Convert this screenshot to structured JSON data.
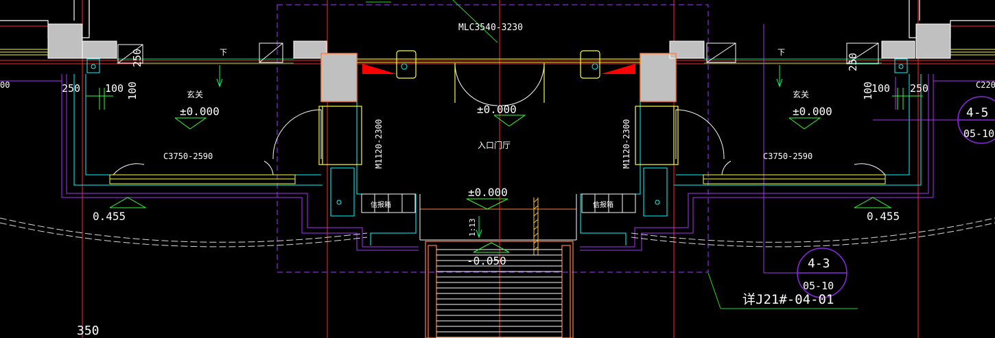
{
  "colors": {
    "background": "#000000",
    "wall_fill": "#c0c0c0",
    "axis_red": "#ff2a2a",
    "dash_purple": "#8a2be2",
    "wall_line": "#ffffff",
    "cyan": "#00ffff",
    "yellow": "#ffff33",
    "window_green": "#00cc66",
    "text_white": "#ffffff",
    "stair_orange": "#ff7f3f",
    "leader_green": "#22dd22",
    "dim_green": "#33ff33",
    "magenta": "#aa33ff",
    "red_fill": "#ff0000"
  },
  "texts": {
    "top_window_tag": "MLC3540-3230",
    "left_room_name": "玄关",
    "right_room_name": "玄关",
    "left_room_elev": "±0.000",
    "right_room_elev": "±0.000",
    "hall_elev": "±0.000",
    "hall_name": "入口门厅",
    "porch_elev": "±0.000",
    "step_elev": "-0.050",
    "left_window_tag": "C3750-2590",
    "right_window_tag": "C3750-2590",
    "left_door_tag": "M1120-2300",
    "right_door_tag": "M1120-2300",
    "left_outdoor_elev": "0.455",
    "right_outdoor_elev": "0.455",
    "slope_ratio": "1:13",
    "down_left": "下",
    "down_right": "下",
    "mailbox_left": "信报箱",
    "mailbox_right": "信报箱",
    "dim_250_left": "250",
    "dim_100_left": "100",
    "dim_100v_left": "100",
    "dim_250v_left": "250",
    "dim_100_right": "100",
    "dim_250_right": "250",
    "dim_100v_right": "100",
    "dim_250v_right": "250",
    "dim_edge_left": "00",
    "dim_bottom_350": "350",
    "detail_ref": "详J21#-04-01",
    "callout_tr_top": "4-5",
    "callout_tr_bottom": "05-10",
    "callout_br_top": "4-3",
    "callout_br_bottom": "05-10",
    "edge_tag_right": "C220"
  }
}
